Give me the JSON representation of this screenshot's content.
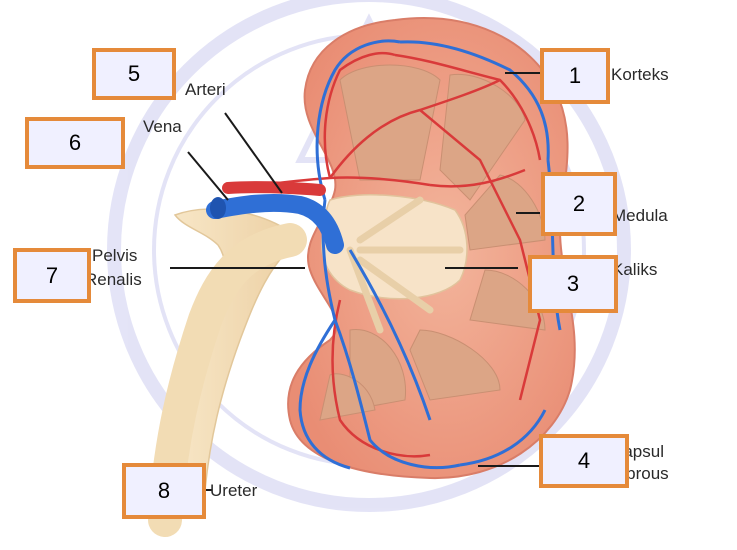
{
  "diagram": {
    "labels": {
      "korteks": "Korteks",
      "medula": "Medula",
      "kaliks": "Kaliks",
      "kapsul_line1": "Kapsul",
      "kapsul_line2": "Fibrous",
      "arteri": "Arteri",
      "vena": "Vena",
      "pelvis_line1": "Pelvis",
      "pelvis_line2": "Renalis",
      "ureter": "Ureter"
    },
    "number_boxes": [
      "1",
      "2",
      "3",
      "4",
      "5",
      "6",
      "7",
      "8"
    ]
  },
  "colors": {
    "box_border": "#e58a3a",
    "box_fill": "#f0f0ff",
    "cortex": "#ee9e86",
    "medulla": "#dba888",
    "artery": "#d93a3a",
    "vein": "#2f6fd6",
    "ureter": "#f3ddb8"
  }
}
